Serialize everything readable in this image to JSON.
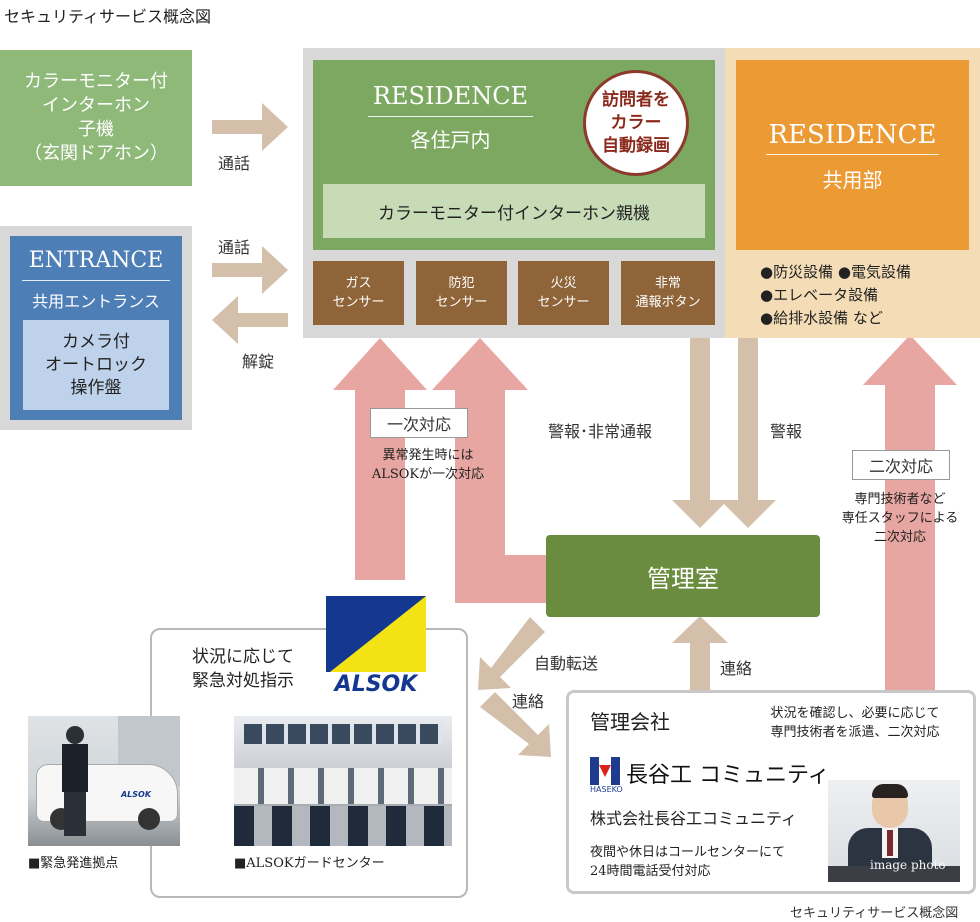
{
  "title": "セキュリティサービス概念図",
  "caption": "セキュリティサービス概念図",
  "intercom_box": {
    "lines": [
      "カラーモニター付",
      "インターホン",
      "子機",
      "（玄関ドアホン）"
    ]
  },
  "entrance": {
    "title": "ENTRANCE",
    "subtitle": "共用エントランス",
    "panel": [
      "カメラ付",
      "オートロック",
      "操作盤"
    ]
  },
  "residence_units": {
    "title": "RESIDENCE",
    "subtitle": "各住戸内",
    "record_circle": [
      "訪問者を",
      "カラー",
      "自動録画"
    ],
    "master_unit": "カラーモニター付インターホン親機",
    "sensors": [
      {
        "lines": [
          "ガス",
          "センサー"
        ]
      },
      {
        "lines": [
          "防犯",
          "センサー"
        ]
      },
      {
        "lines": [
          "火災",
          "センサー"
        ]
      },
      {
        "lines": [
          "非常",
          "通報ボタン"
        ]
      }
    ]
  },
  "residence_common": {
    "title": "RESIDENCE",
    "subtitle": "共用部",
    "items": [
      "●防災設備 ●電気設備",
      "●エレベータ設備",
      "●給排水設備 など"
    ]
  },
  "arrows": {
    "call_1": "通話",
    "call_2": "通話",
    "unlock": "解錠",
    "alarm_emergency": "警報･非常通報",
    "alarm": "警報",
    "auto_forward": "自動転送",
    "contact_1": "連絡",
    "contact_2": "連絡"
  },
  "primary_response": {
    "label": "一次対応",
    "text": [
      "異常発生時には",
      "ALSOKが一次対応"
    ]
  },
  "secondary_response": {
    "label": "二次対応",
    "text": [
      "専門技術者など",
      "専任スタッフによる",
      "二次対応"
    ]
  },
  "control_room": "管理室",
  "alsok": {
    "logo": "ALSOK",
    "instruction": [
      "状況に応じて",
      "緊急対処指示"
    ],
    "photo1_label": "■緊急発進拠点",
    "photo2_label": "■ALSOKガードセンター"
  },
  "management": {
    "title": "管理会社",
    "desc": [
      "状況を確認し、必要に応じて",
      "専門技術者を派遣、二次対応"
    ],
    "logo_text": "長谷工 コミュニティ",
    "logo_sub": "HASEKO",
    "company": "株式会社長谷工コミュニティ",
    "hours": [
      "夜間や休日はコールセンターにて",
      "24時間電話受付対応"
    ],
    "photo_note": "image photo"
  },
  "colors": {
    "green_box": "#8fb978",
    "green_dark": "#7da862",
    "brown": "#8f6439",
    "orange": "#ec9a34",
    "peach": "#f4ddb6",
    "blue": "#4d7eb5",
    "pink_arrow": "#e7a6a1",
    "tan_arrow": "#d4bfaa",
    "control": "#6a8c3e",
    "alsok_blue": "#14388f",
    "alsok_yellow": "#f3e315"
  }
}
